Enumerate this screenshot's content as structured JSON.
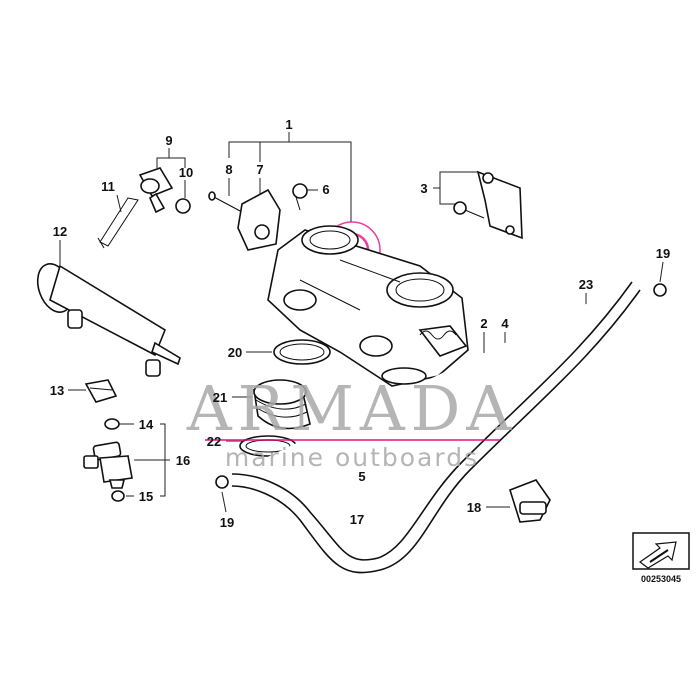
{
  "callouts": {
    "c1": "1",
    "c2": "2",
    "c3": "3",
    "c4": "4",
    "c5": "5",
    "c6": "6",
    "c7": "7",
    "c8": "8",
    "c9": "9",
    "c10": "10",
    "c11": "11",
    "c12": "12",
    "c13": "13",
    "c14": "14",
    "c15": "15",
    "c16": "16",
    "c17": "17",
    "c18": "18",
    "c19a": "19",
    "c19b": "19",
    "c20": "20",
    "c21": "21",
    "c22": "22",
    "c23": "23"
  },
  "watermark": {
    "brand": "ARMADA",
    "tagline": "marine outboards",
    "accent_color": "#e6007e",
    "text_color": "#a9a9a9"
  },
  "doc": {
    "number": "00253045"
  }
}
